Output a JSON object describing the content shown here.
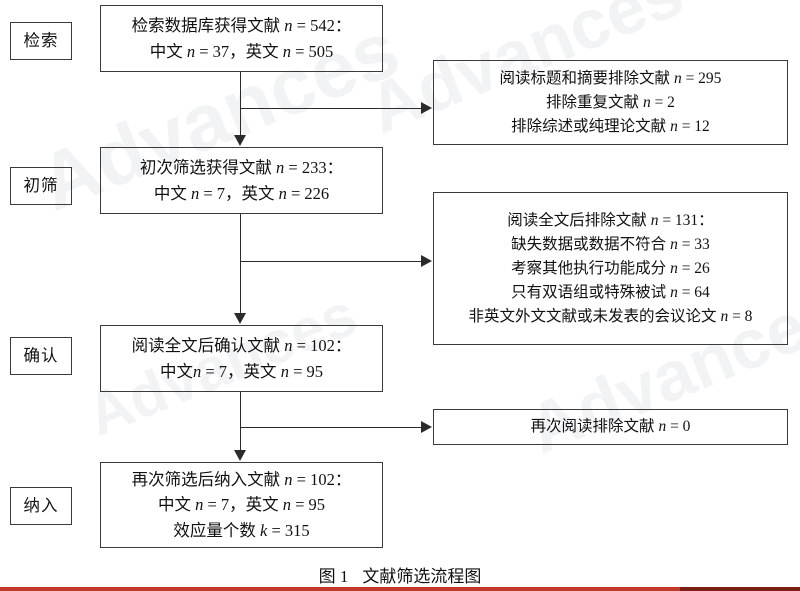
{
  "figure": {
    "caption_number": "图 1",
    "caption_title": "文献筛选流程图",
    "accent_color": "#c0392b",
    "line_color": "#2b2b2b",
    "box_border_color": "#3a3a3a",
    "watermark_text": "Advances"
  },
  "stages": [
    {
      "id": "stage-retrieval",
      "label": "检索"
    },
    {
      "id": "stage-first-screen",
      "label": "初筛"
    },
    {
      "id": "stage-confirm",
      "label": "确认"
    },
    {
      "id": "stage-include",
      "label": "纳入"
    }
  ],
  "flow_boxes": [
    {
      "id": "flow-records-identified",
      "lines": [
        {
          "text": "检索数据库获得文献 ",
          "var": "n",
          "value": " = 542："
        },
        {
          "text": "中文 ",
          "var": "n",
          "value": " = 37，英文 ",
          "var2": "n",
          "value2": " = 505"
        }
      ]
    },
    {
      "id": "flow-records-screened",
      "lines": [
        {
          "text": "初次筛选获得文献 ",
          "var": "n",
          "value": " = 233："
        },
        {
          "text": "中文 ",
          "var": "n",
          "value": " = 7，英文 ",
          "var2": "n",
          "value2": " = 226"
        }
      ]
    },
    {
      "id": "flow-fulltext-confirmed",
      "lines": [
        {
          "text": "阅读全文后确认文献 ",
          "var": "n",
          "value": " = 102："
        },
        {
          "text": "中文",
          "var": "n",
          "value": " = 7，英文 ",
          "var2": "n",
          "value2": " = 95"
        }
      ]
    },
    {
      "id": "flow-studies-included",
      "lines": [
        {
          "text": "再次筛选后纳入文献 ",
          "var": "n",
          "value": " = 102："
        },
        {
          "text": "中文 ",
          "var": "n",
          "value": " = 7，英文 ",
          "var2": "n",
          "value2": " = 95"
        },
        {
          "text": "效应量个数 ",
          "var": "k",
          "value": " = 315"
        }
      ]
    }
  ],
  "exclusion_boxes": [
    {
      "id": "exclusion-title-abstract",
      "lines": [
        {
          "text": "阅读标题和摘要排除文献 ",
          "var": "n",
          "value": " = 295"
        },
        {
          "text": "排除重复文献 ",
          "var": "n",
          "value": " = 2"
        },
        {
          "text": "排除综述或纯理论文献 ",
          "var": "n",
          "value": " = 12"
        }
      ]
    },
    {
      "id": "exclusion-fulltext",
      "lines": [
        {
          "text": "阅读全文后排除文献 ",
          "var": "n",
          "value": " = 131："
        },
        {
          "text": "缺失数据或数据不符合 ",
          "var": "n",
          "value": " = 33"
        },
        {
          "text": "考察其他执行功能成分 ",
          "var": "n",
          "value": " = 26"
        },
        {
          "text": "只有双语组或特殊被试 ",
          "var": "n",
          "value": " = 64"
        },
        {
          "text": "非英文外文文献或未发表的会议论文 ",
          "var": "n",
          "value": " = 8"
        }
      ]
    },
    {
      "id": "exclusion-rereading",
      "lines": [
        {
          "text": "再次阅读排除文献 ",
          "var": "n",
          "value": " = 0"
        }
      ]
    }
  ]
}
